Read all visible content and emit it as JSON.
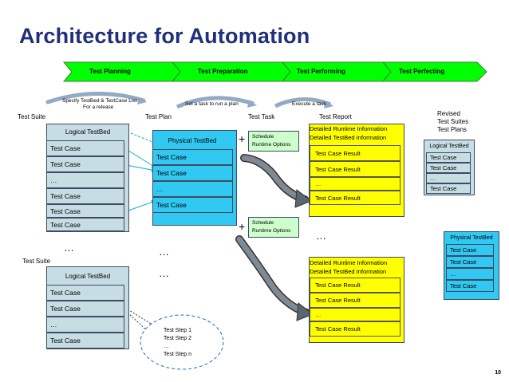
{
  "title": "Architecture for Automation",
  "phases": [
    "Test Planning",
    "Test Preparation",
    "Test Performing",
    "Test Perfecting"
  ],
  "arrow_labels": {
    "specify": [
      "Specify TestBed & TestCase List",
      "For a release"
    ],
    "set_task": "Set a task to run a plan",
    "execute_task": "Execute a task"
  },
  "column_labels": {
    "test_suite_1": "Test Suite",
    "test_plan": "Test Plan",
    "test_task": "Test Task",
    "test_report": "Test Report",
    "test_suite_2": "Test Suite",
    "revised": [
      "Revised",
      "Test Suites",
      "Test Plans"
    ]
  },
  "suite1": {
    "header": "Logical TestBed",
    "rows": [
      "Test Case",
      "Test Case",
      "…",
      "Test Case",
      "Test Case",
      "Test Case"
    ]
  },
  "suite2": {
    "header": "Logical TestBed",
    "rows": [
      "Test Case",
      "Test Case",
      "…",
      "Test Case"
    ]
  },
  "plan": {
    "header": "Physical TestBed",
    "rows": [
      "Test Case",
      "Test Case",
      "…",
      "Test Case"
    ]
  },
  "schedule": [
    "Schedule",
    "Runtime Options"
  ],
  "plus": "+",
  "report1": {
    "headers": [
      "Detailed Runtime Information",
      "Detailed TestBed Information"
    ],
    "rows": [
      "Test Case Result",
      "Test Case Result",
      "…",
      "Test Case Result"
    ]
  },
  "report2": {
    "headers": [
      "Detailed Runtime Information",
      "Detailed TestBed Information"
    ],
    "rows": [
      "Test Case Result",
      "Test Case Result",
      "…",
      "Test Case Result"
    ]
  },
  "ellipsis": "…",
  "revised_logical": {
    "header": "Logical TestBed",
    "rows": [
      "Test Case",
      "Test Case",
      "…",
      "Test Case"
    ]
  },
  "revised_physical": {
    "header": "Physical TestBed",
    "rows": [
      "Test Case",
      "Test Case",
      "…",
      "Test Case"
    ]
  },
  "steps": [
    "Test Step 1",
    "Test Step 2",
    "…",
    "Test Step n"
  ],
  "page_number": "10",
  "colors": {
    "title": "#1f2f7a",
    "phase_arrow": "#00ff00",
    "logical_testbed": "#c6dde4",
    "physical_testbed": "#31c9f2",
    "report": "#ffff00",
    "schedule": "#ccffcc"
  }
}
